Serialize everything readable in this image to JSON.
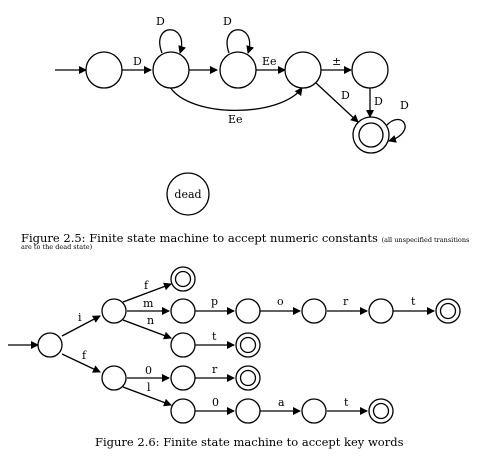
{
  "figure_2_5": {
    "caption_main": "Figure 2.5: Finite state machine to accept numeric constants",
    "caption_note_1": "(all unspecified transitions",
    "caption_note_2": "are to the dead state)",
    "dead_state_label": "dead",
    "edge_labels": {
      "s0_s1": "D",
      "s1_loop": "D",
      "s2_loop": "D",
      "s2_s3": "Ee",
      "s1_s3": "Ee",
      "s3_s4": "±",
      "s3_accept": "D",
      "s4_accept": "D",
      "accept_loop": "D"
    }
  },
  "figure_2_6": {
    "caption": "Figure 2.6: Finite state machine to accept key words",
    "edge_labels": {
      "start_i": "i",
      "start_f": "f",
      "i_f": "f",
      "i_m": "m",
      "i_n": "n",
      "im_p": "p",
      "imp_o": "o",
      "impo_r": "r",
      "impor_t": "t",
      "in_t": "t",
      "f_0": "0",
      "f_l": "l",
      "f0_r": "r",
      "fl_0": "0",
      "fl0_a": "a",
      "fl0a_t": "t"
    }
  }
}
